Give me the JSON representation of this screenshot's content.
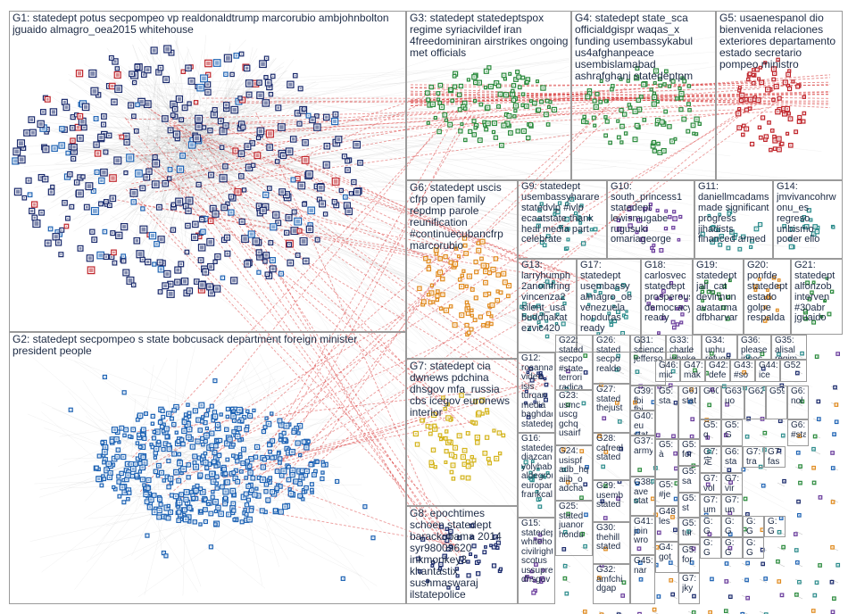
{
  "groups": [
    {
      "id": "G1",
      "text": "G1: statedept potus secpompeo vp realdonaldtrump marcorubio ambjohnbolton jguaido almagro_oea2015 whitehouse"
    },
    {
      "id": "G2",
      "text": "G2: statedept secpompeo s state bobcusack department foreign minister president people"
    },
    {
      "id": "G3",
      "text": "G3: statedept statedeptspox regime syriacivildef iran 4freedominiran airstrikes ongoing met officials"
    },
    {
      "id": "G4",
      "text": "G4: statedept state_sca officialdgispr waqas_x funding usembassykabul us4afghanpeace usembislamabad ashrafghani statedeptpm"
    },
    {
      "id": "G5",
      "text": "G5: usaenespanol dio bienvenida relaciones exteriores departamento estado secretario pompeo ministro"
    },
    {
      "id": "G6",
      "text": "G6: statedept uscis cfrp open family repdmp parole reunification #continuecubancfrp marcorubio"
    },
    {
      "id": "G7",
      "text": "G7: statedept cia dwnews pdchina dhsgov mfa_russia cbs icegov euronews interior"
    },
    {
      "id": "G8",
      "text": "G8: epochtimes schoen statedept barackobama 2014 syr98009620 inkmonkey3 khantastix sushmaswaraj ilstatepolice"
    },
    {
      "id": "G9",
      "text": "G9: statedept usembassyharare statedvlp #ivlp ecaatstate thank heal media part celebrate"
    },
    {
      "id": "G10",
      "text": "G10: south_princess1 statedept lewismugabe rugusuki omariageorge"
    },
    {
      "id": "G11",
      "text": "G11: daniellmcadams made significant progress jihadists financed armed"
    },
    {
      "id": "G12",
      "text": "G12: rosannamrt video isis turqan media baghdadi statedept"
    },
    {
      "id": "G13",
      "text": "G13: larryhumph 2anoinfring vincenza2 silent_usa buddhakat ezvic420"
    },
    {
      "id": "G14",
      "text": "G14: jmvivancohrw onu_es regreso unbismo poder ello"
    },
    {
      "id": "G15",
      "text": "G15: statedept whitehouse civilrights scotus ussupreme dhsgov"
    },
    {
      "id": "G16",
      "text": "G16: statedept diazcanelb yolyhabane aldegroup europarl_es frankcalzon"
    },
    {
      "id": "G17",
      "text": "G17: statedept usembassy almagro_oe venezuela honduras ready"
    },
    {
      "id": "G18",
      "text": "G18: carlosvec statedept prosperous democracy ready"
    },
    {
      "id": "G19",
      "text": "G19: statedept jali_cat devinnun avatarma dfbharvar"
    },
    {
      "id": "G20",
      "text": "G20: ponfde statedept estado golpe respalda"
    },
    {
      "id": "G21",
      "text": "G21: statedept alfonzob interven #30abr jguaido"
    },
    {
      "id": "G22",
      "text": "G22: stated secpo #state terrori radica"
    },
    {
      "id": "G23",
      "text": "G23: usmc uscg gchq usairf"
    },
    {
      "id": "G24",
      "text": "G24: usispf adb_hq aiib_o adcha"
    },
    {
      "id": "G25",
      "text": "G25: stated juanor hondu"
    },
    {
      "id": "G26",
      "text": "G26: stated secpo realdo"
    },
    {
      "id": "G27",
      "text": "G27: stated thejust"
    },
    {
      "id": "G28",
      "text": "G28: cafreel stated"
    },
    {
      "id": "G29",
      "text": "G29: usemb stated"
    },
    {
      "id": "G30",
      "text": "G30: thehill stated"
    },
    {
      "id": "G31",
      "text": "G31: science jefferso"
    },
    {
      "id": "G32",
      "text": "G32: amfchi dgap"
    },
    {
      "id": "G33",
      "text": "G33: charle johnke"
    },
    {
      "id": "G34",
      "text": "G34: unhu refuge"
    },
    {
      "id": "G35",
      "text": "G35: alisal regim"
    },
    {
      "id": "G36",
      "text": "G36: please innoc"
    },
    {
      "id": "G37",
      "text": "G37: army"
    },
    {
      "id": "G38",
      "text": "G38: ave stat"
    },
    {
      "id": "G39",
      "text": "G39: fbi fbi"
    },
    {
      "id": "G40",
      "text": "G40: eu stat"
    },
    {
      "id": "G41",
      "text": "G41: join wro"
    },
    {
      "id": "G42",
      "text": "G42: defe"
    },
    {
      "id": "G43",
      "text": "G43: #so"
    },
    {
      "id": "G44",
      "text": "G44: ice"
    },
    {
      "id": "G45",
      "text": "G45: nar"
    },
    {
      "id": "G46",
      "text": "G46: mic"
    },
    {
      "id": "G47",
      "text": "G47: mak"
    },
    {
      "id": "G48",
      "text": "G48: les"
    },
    {
      "id": "G49",
      "text": "G4: got"
    },
    {
      "id": "G50",
      "text": "G5: sta"
    },
    {
      "id": "G51",
      "text": "G5: à"
    },
    {
      "id": "G52",
      "text": "G52"
    },
    {
      "id": "G53",
      "text": "G5: for"
    },
    {
      "id": "G54",
      "text": "G5: sa"
    },
    {
      "id": "G55",
      "text": "G5: #je"
    },
    {
      "id": "G56",
      "text": "G5: st"
    },
    {
      "id": "G57",
      "text": "G5: tur"
    },
    {
      "id": "G58",
      "text": "G5: for"
    },
    {
      "id": "G59",
      "text": "G59"
    },
    {
      "id": "G60",
      "text": "G60"
    },
    {
      "id": "G61",
      "text": "G61: stat"
    },
    {
      "id": "G62",
      "text": "G62"
    },
    {
      "id": "G63",
      "text": "G63: uo"
    },
    {
      "id": "G64",
      "text": "G6: nol"
    },
    {
      "id": "G65",
      "text": "G5: q"
    },
    {
      "id": "G66",
      "text": "G5: G"
    },
    {
      "id": "G67",
      "text": "G7: 定"
    },
    {
      "id": "G68",
      "text": "G6: sta"
    },
    {
      "id": "G69",
      "text": "G7: jky"
    },
    {
      "id": "G70",
      "text": "G6: #sta"
    },
    {
      "id": "G71",
      "text": "G7: vol"
    },
    {
      "id": "G72",
      "text": "G7: vir"
    },
    {
      "id": "G73",
      "text": "G7: tra"
    },
    {
      "id": "G74",
      "text": "G7: fas"
    },
    {
      "id": "G75",
      "text": "G7: um"
    },
    {
      "id": "G76",
      "text": "G7: un"
    },
    {
      "id": "G77",
      "text": "G: G"
    },
    {
      "id": "G78",
      "text": "G: G"
    },
    {
      "id": "G79",
      "text": "G: G"
    },
    {
      "id": "G80",
      "text": "G: G"
    },
    {
      "id": "G81",
      "text": "G: G"
    },
    {
      "id": "G82",
      "text": "G: G"
    },
    {
      "id": "G83",
      "text": "G: G"
    }
  ],
  "colors": {
    "group_border": "#9a9a9a",
    "label_text": "#1c2a44",
    "edge_gray": "#8c8c8c",
    "edge_red": "#d42020",
    "node_navy": "#1a2a6c",
    "node_blue": "#1e63b4",
    "node_green": "#2a8a3c",
    "node_orange": "#e08a1e",
    "node_red": "#c0262c",
    "node_teal": "#2c8c8c",
    "node_purple": "#6a3c9c",
    "node_yellow": "#d4b41c"
  }
}
